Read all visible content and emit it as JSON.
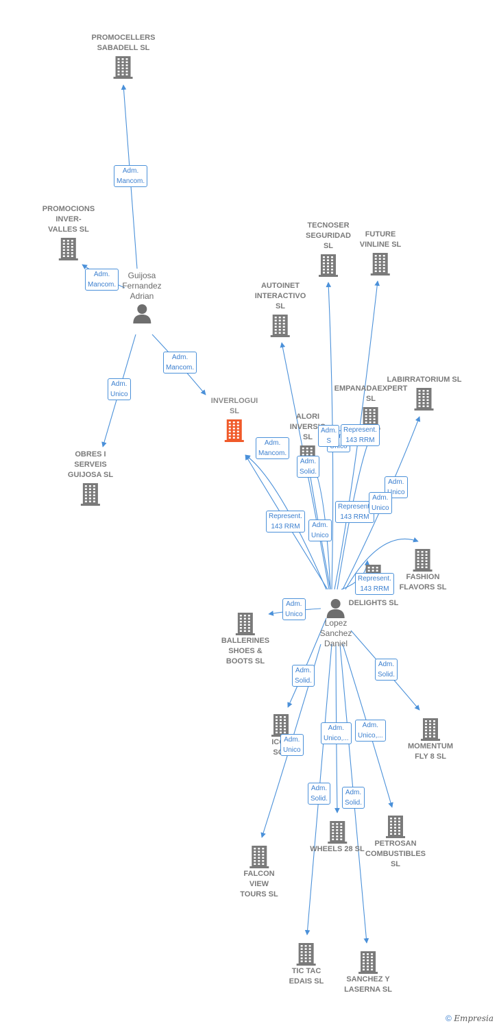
{
  "colors": {
    "company": "#7a7a7a",
    "highlight": "#f05a2a",
    "person": "#6e6e6e",
    "edge": "#4a90d9",
    "edge_label": "#3b7fcf"
  },
  "nodes": [
    {
      "id": "promocellers",
      "type": "company",
      "label": "PROMOCELLERS\nSABADELL  SL"
    },
    {
      "id": "promocions",
      "type": "company",
      "label": "PROMOCIONS\nINVER-\nVALLES  SL"
    },
    {
      "id": "guijosa",
      "type": "person",
      "label": "Guijosa\nFernandez\nAdrian"
    },
    {
      "id": "obres",
      "type": "company",
      "label": "OBRES I\nSERVEIS\nGUIJOSA  SL"
    },
    {
      "id": "inverlogui",
      "type": "company-main",
      "label": "INVERLOGUI\nSL"
    },
    {
      "id": "tecnoser",
      "type": "company",
      "label": "TECNOSER\nSEGURIDAD\nSL"
    },
    {
      "id": "future",
      "type": "company",
      "label": "FUTURE\nVINLINE  SL"
    },
    {
      "id": "autoinet",
      "type": "company",
      "label": "AUTOINET\nINTERACTIVO\nSL"
    },
    {
      "id": "empanada",
      "type": "company",
      "label": "EMPANADAEXPERT\nSL"
    },
    {
      "id": "labirra",
      "type": "company",
      "label": "LABIRRATORIUM SL"
    },
    {
      "id": "alori",
      "type": "company",
      "label": "ALORI\nINVERSIO\nSL"
    },
    {
      "id": "fashion",
      "type": "company",
      "label": "FASHION\nFLAVORS  SL"
    },
    {
      "id": "ddm",
      "type": "company",
      "label": "DDM\nDELIGHTS  SL"
    },
    {
      "id": "lopez",
      "type": "person",
      "label": "Lopez\nSanchez\nDaniel"
    },
    {
      "id": "ballerines",
      "type": "company",
      "label": "BALLERINES\nSHOES &\nBOOTS SL"
    },
    {
      "id": "icon",
      "type": "company",
      "label": "ICON\nSOY"
    },
    {
      "id": "momentum",
      "type": "company",
      "label": "MOMENTUM\nFLY 8  SL"
    },
    {
      "id": "wheels",
      "type": "company",
      "label": "WHEELS 28  SL"
    },
    {
      "id": "petrosan",
      "type": "company",
      "label": "PETROSAN\nCOMBUSTIBLES\nSL"
    },
    {
      "id": "falcon",
      "type": "company",
      "label": "FALCON\nVIEW\nTOURS  SL"
    },
    {
      "id": "tictac",
      "type": "company",
      "label": "TIC TAC\nEDAIS  SL"
    },
    {
      "id": "sanchez",
      "type": "company",
      "label": "SANCHEZ Y\nLASERNA  SL"
    }
  ],
  "edges": [
    {
      "from": "guijosa",
      "to": "promocellers",
      "label": "Adm.\nMancom."
    },
    {
      "from": "guijosa",
      "to": "promocions",
      "label": "Adm.\nMancom."
    },
    {
      "from": "guijosa",
      "to": "obres",
      "label": "Adm.\nUnico"
    },
    {
      "from": "guijosa",
      "to": "inverlogui",
      "label": "Adm.\nMancom."
    },
    {
      "from": "lopez",
      "to": "inverlogui",
      "label": "Adm.\nMancom."
    },
    {
      "from": "lopez",
      "to": "inverlogui",
      "label": "Represent.\n143 RRM"
    },
    {
      "from": "lopez",
      "to": "tecnoser",
      "label": "Adm.\nUnico"
    },
    {
      "from": "lopez",
      "to": "future",
      "label": "Represent.\n143 RRM"
    },
    {
      "from": "lopez",
      "to": "autoinet",
      "label": "Adm.\nUnico"
    },
    {
      "from": "lopez",
      "to": "empanada",
      "label": "Represent.\n143 RRM"
    },
    {
      "from": "lopez",
      "to": "labirra",
      "label": "Adm.\nUnico"
    },
    {
      "from": "lopez",
      "to": "alori",
      "label": "Adm.\nSolid."
    },
    {
      "from": "lopez",
      "to": "fashion",
      "label": "Adm.\nUnico"
    },
    {
      "from": "lopez",
      "to": "ddm",
      "label": "Represent.\n143 RRM"
    },
    {
      "from": "lopez",
      "to": "alori",
      "label": "Adm.\nS"
    },
    {
      "from": "lopez",
      "to": "ballerines",
      "label": "Adm.\nUnico"
    },
    {
      "from": "lopez",
      "to": "icon",
      "label": "Adm.\nSolid."
    },
    {
      "from": "lopez",
      "to": "momentum",
      "label": "Adm.\nSolid."
    },
    {
      "from": "lopez",
      "to": "falcon",
      "label": "Adm.\nUnico"
    },
    {
      "from": "lopez",
      "to": "wheels",
      "label": "Adm.\nUnico,..."
    },
    {
      "from": "lopez",
      "to": "petrosan",
      "label": "Adm.\nUnico,..."
    },
    {
      "from": "lopez",
      "to": "tictac",
      "label": "Adm.\nSolid."
    },
    {
      "from": "lopez",
      "to": "sanchez",
      "label": "Adm.\nSolid."
    }
  ],
  "footer": {
    "copyright": "©",
    "brand": "Empresia"
  }
}
